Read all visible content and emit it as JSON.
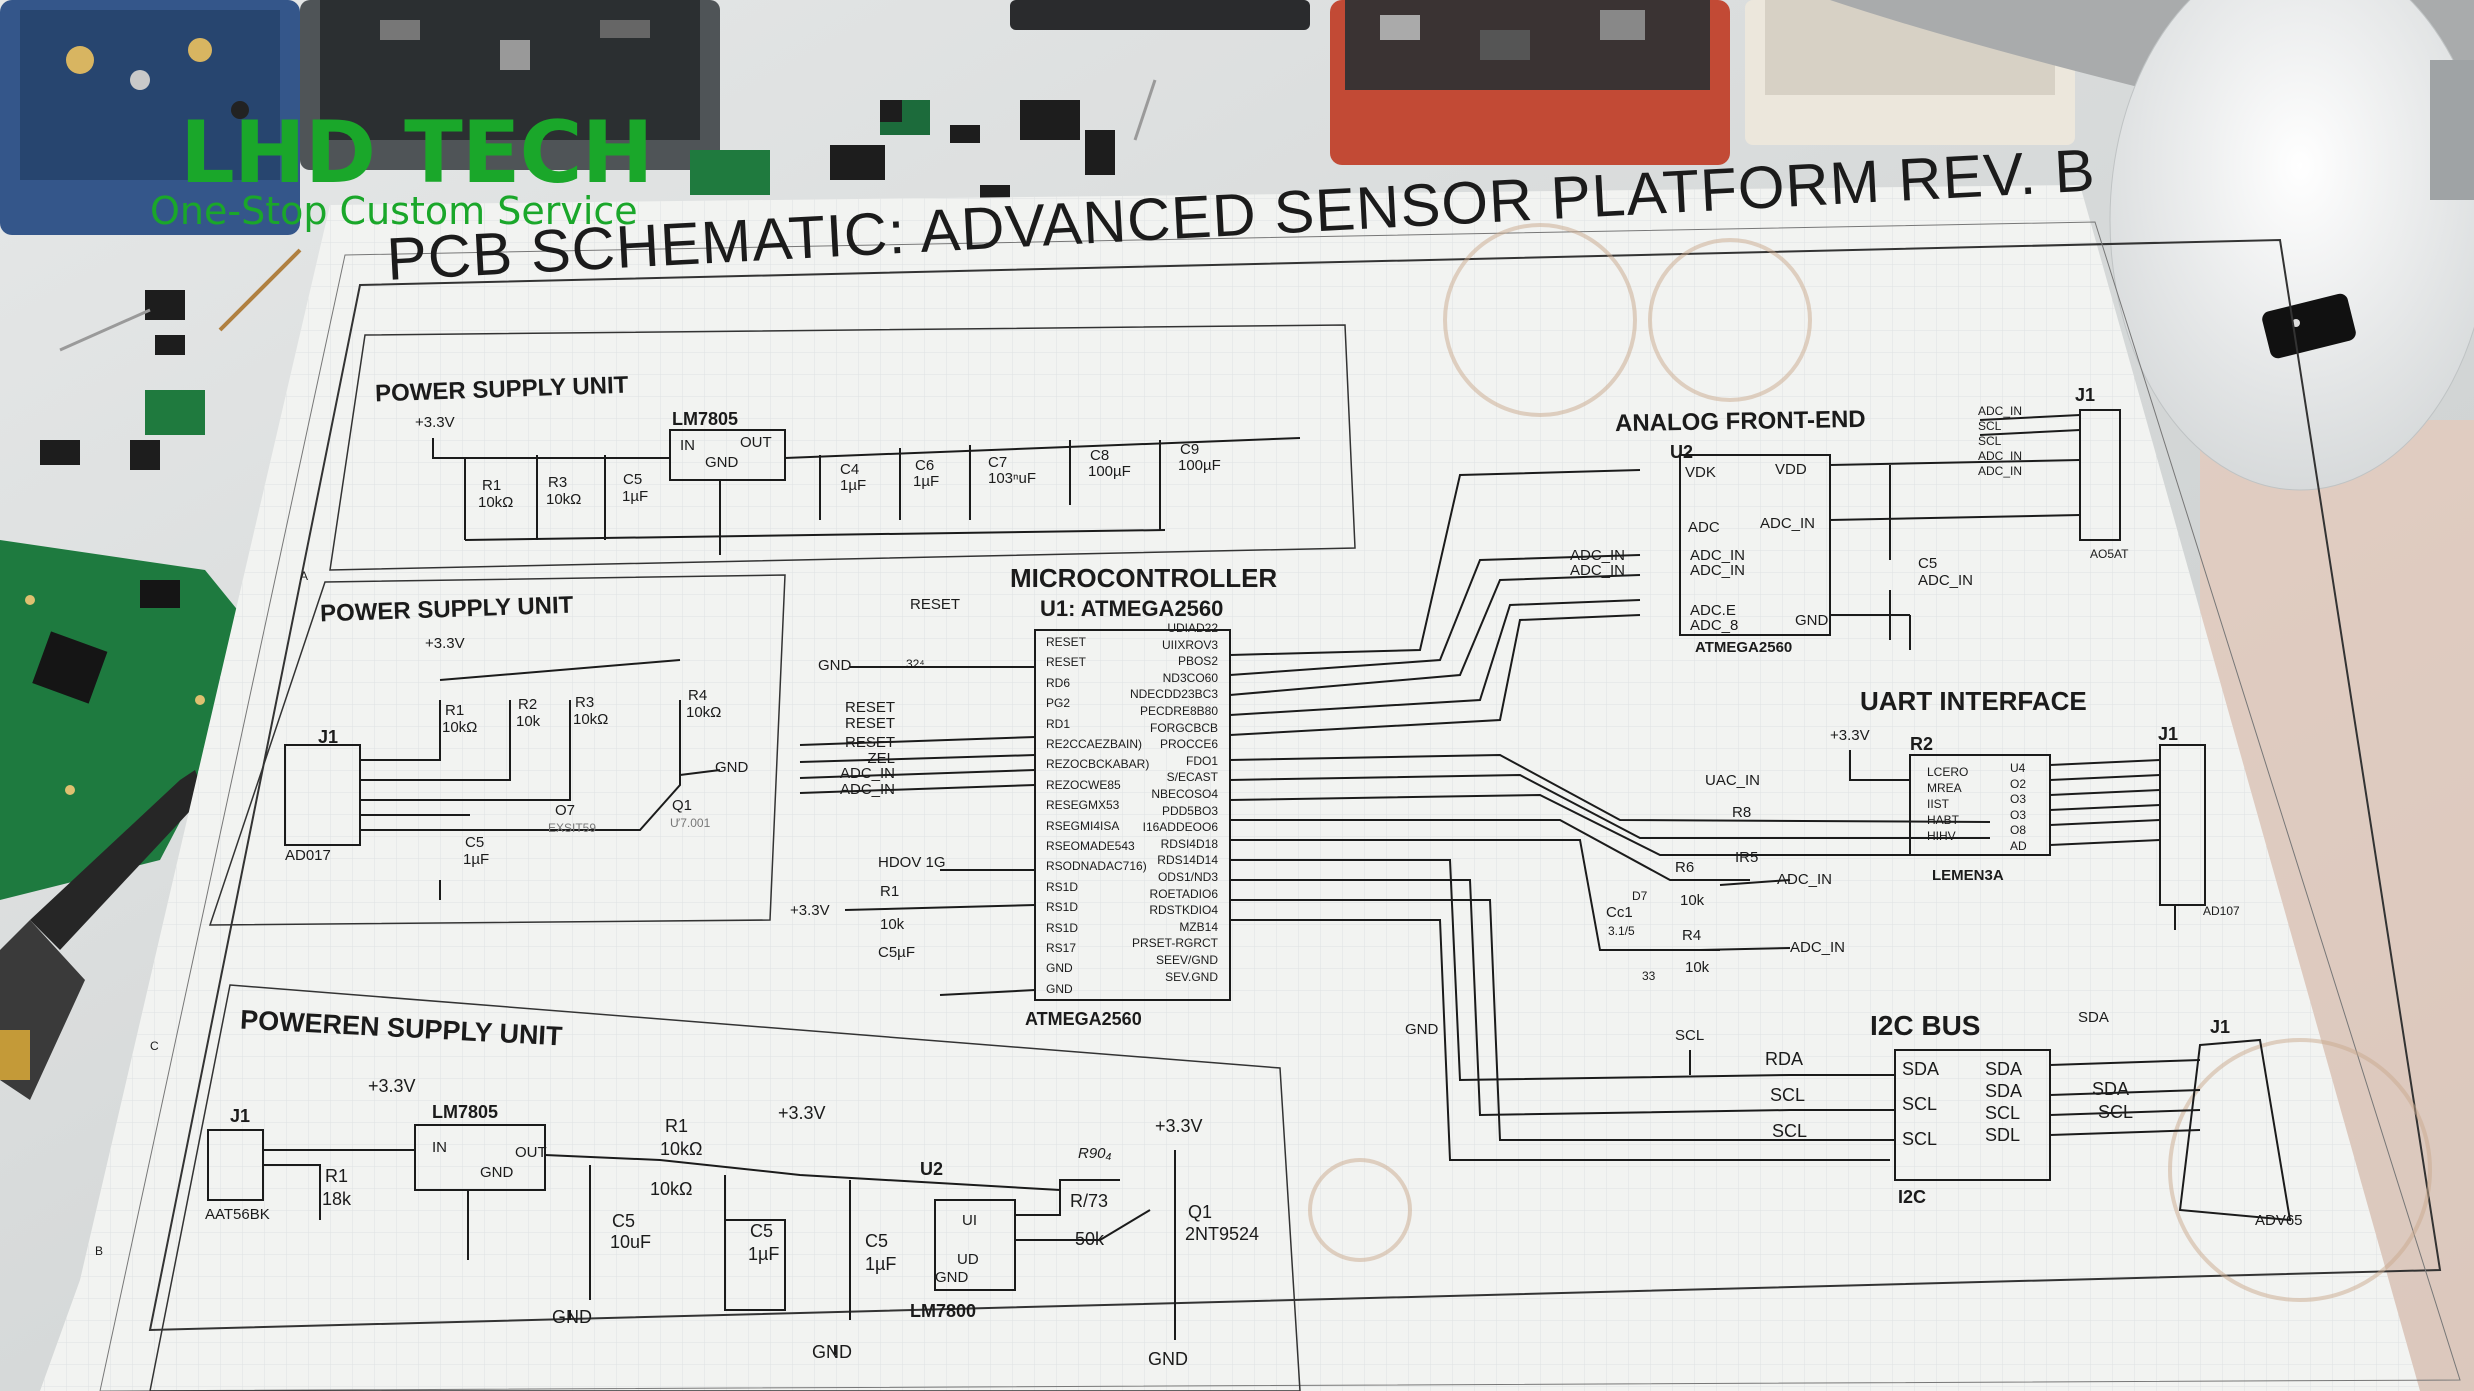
{
  "logo": {
    "title": "LHD TECH",
    "subtitle": "One-Stop Custom Service"
  },
  "sheet": {
    "title": "PCB SCHEMATIC: ADVANCED SENSOR PLATFORM REV. B",
    "sections": {
      "psu1": "POWER SUPPLY UNIT",
      "psu2": "POWER SUPPLY UNIT",
      "psu3": "POWEREN SUPPLY UNIT",
      "mcu": "MICROCONTROLLER",
      "mcu_part": "U1: ATMEGA2560",
      "afe": "ANALOG FRONT-END",
      "uart": "UART INTERFACE",
      "i2c": "I2C BUS"
    },
    "psu1": {
      "rail": "+3.3V",
      "reg": "LM7805",
      "in": "IN",
      "out": "OUT",
      "gnd": "GND",
      "r1": "R1",
      "r1v": "10kΩ",
      "r3": "R3",
      "r3v": "10kΩ",
      "c5": "C5",
      "c5v": "1µF",
      "c4": "C4",
      "c4v": "1µF",
      "c6": "C6",
      "c6v": "1µF",
      "c7": "C7",
      "c7v": "103ⁿuF",
      "c8": "C8",
      "c8v": "100µF",
      "c9": "C9",
      "c9v": "100µF"
    },
    "psu2": {
      "rail": "+3.3V",
      "j1": "J1",
      "j1part": "AD017",
      "r1": "R1",
      "r1v": "10kΩ",
      "r2": "R2",
      "r2v": "10k",
      "r3": "R3",
      "r3v": "10kΩ",
      "r4": "R4",
      "r4v": "10kΩ",
      "gnd": "GND",
      "c5": "C5",
      "c5v": "1µF",
      "o7": "O7",
      "q1": "Q1",
      "q_part1": "EXSIT59",
      "q_part2": "Ư7.001"
    },
    "psu3": {
      "rail": "+3.3V",
      "j1": "J1",
      "j1part": "AAT56BK",
      "r1": "R1",
      "r1v": "18k",
      "reg": "LM7805",
      "in": "IN",
      "out": "OUT",
      "gnd": "GND",
      "rr1": "R1",
      "rr1v": "10kΩ",
      "rr1v2": "10kΩ",
      "c5a": "C5",
      "c5av": "10uF",
      "c5b": "C5",
      "c5bv": "1µF",
      "c5c": "C5",
      "c5cv": "1µF",
      "u2": "U2",
      "u2_ui": "UI",
      "u2_ud": "UD",
      "u2_gnd": "GND",
      "u2part": "LM7800",
      "r90": "R90₄",
      "r73": "R/73",
      "r73v": "50k",
      "q1": "Q1",
      "q1part": "2NT9524"
    },
    "mcu": {
      "reset_top": "RESET",
      "gnd": "GND",
      "cap": "32⁴",
      "left_pins": [
        "RESET",
        "RESET",
        "RD6",
        "PG2",
        "RD1",
        "RE2CCAEZBAIN)",
        "REZOCBCKABAR)",
        "REZOCWE85",
        "RESEGMX53",
        "RSEGMI4ISA",
        "RSEOMADE543",
        "RSODNADAC716)",
        "RS1D",
        "RS1D",
        "RS1D",
        "RS17",
        "GND",
        "GND"
      ],
      "right_pins": [
        "UDIAD22",
        "UIIXROV3",
        "PBOS2",
        "ND3CO60",
        "NDECDD23BC3",
        "PECDRE8B80",
        "FORGCBCB",
        "PROCCE6",
        "FDO1",
        "S/ECAST",
        "NBECOSO4",
        "PDD5BO3",
        "I16ADDEOO6",
        "RDSI4D18",
        "RDS14D14",
        "ODS1/ND3",
        "ROETADIO6",
        "RDSTKDIO4",
        "MZB14",
        "PRSET-RGRCT",
        "SEEV/GND",
        "SEV.GND"
      ],
      "left_inputs": [
        "RESET",
        "RESET",
        "RESET",
        "ZEL",
        "ADC_IN",
        "ADC_IN"
      ],
      "hdov": "HDOV 1G",
      "rail": "+3.3V",
      "r1": "R1",
      "r1v": "10k",
      "c5": "C5µF",
      "part": "ATMEGA2560",
      "gnd_out": "GND"
    },
    "afe": {
      "u2": "U2",
      "vdk": "VDK",
      "vdd": "VDD",
      "adc": "ADC",
      "adc_in": "ADC_IN",
      "adc_in2": "ADC_IN",
      "adc_in3": "ADC_IN",
      "adc_e": "ADC.E",
      "adc_8": "ADC_8",
      "gnd": "GND",
      "part": "ATMEGA2560",
      "c5": "C5",
      "c5v": "ADC_IN",
      "ext_in1": "ADC_IN",
      "ext_in2": "ADC_IN",
      "j1": "J1",
      "j1part": "AO5AT",
      "j1_labels": [
        "ADC_IN",
        "SCL",
        "SCL",
        "ADC_IN",
        "ADC_IN"
      ]
    },
    "uart": {
      "rail": "+3.3V",
      "r2": "R2",
      "uac": "UAC_IN",
      "r8": "R8",
      "r8v": "IR5",
      "r6": "R6",
      "r6v": "10k",
      "adc_in": "ADC_IN",
      "cc1": "Cc1",
      "cc1v": "3.1/5",
      "r4": "R4",
      "r4v": "10k",
      "adc_in2": "ADC_IN",
      "d7": "D7",
      "n33": "33",
      "chip_left": [
        "LCERO",
        "MREA",
        "IIST",
        "HABT",
        "HIHV"
      ],
      "chip_right": [
        "U4",
        "O2",
        "O3",
        "O3",
        "O8",
        "AD"
      ],
      "chip_part": "LEMEN3A",
      "j1": "J1",
      "j1part": "AD107"
    },
    "i2c": {
      "scl": "SCL",
      "rda": "RDA",
      "scl2": "SCL",
      "scl3": "SCL",
      "sda_top": "SDA",
      "chip_left": [
        "SDA",
        "SCL",
        "SCL"
      ],
      "chip_right": [
        "SDA",
        "SDA",
        "SCL",
        "SDL"
      ],
      "sda": "SDA",
      "scl4": "SCL",
      "part": "I2C",
      "j1": "J1",
      "j1part": "ADV65"
    },
    "zones": {
      "a": "A",
      "c": "C",
      "b": "B"
    }
  }
}
